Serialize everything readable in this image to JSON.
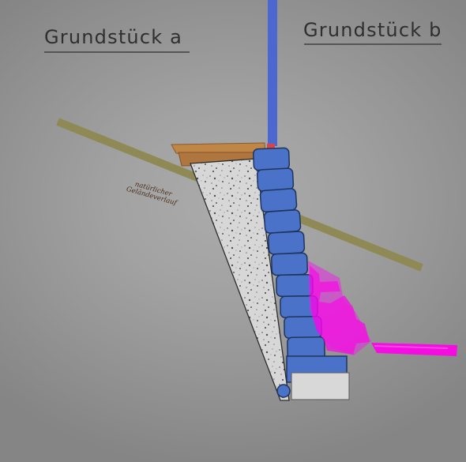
{
  "labels": {
    "plot_a": "Grundstück a",
    "plot_b": "Grundstück b",
    "terrain_line1": "natürlicher",
    "terrain_line2": "Geländeverlauf"
  },
  "colors": {
    "terrain": "#8f8a55",
    "wall_block": "#4a72c9",
    "wall_outline": "#1f355d",
    "property_line": "#4d67d1",
    "magenta": "#f01cec",
    "backfill": "#cfcfcf",
    "top_cap": "#b47a43",
    "base": "#d8d8d8"
  }
}
